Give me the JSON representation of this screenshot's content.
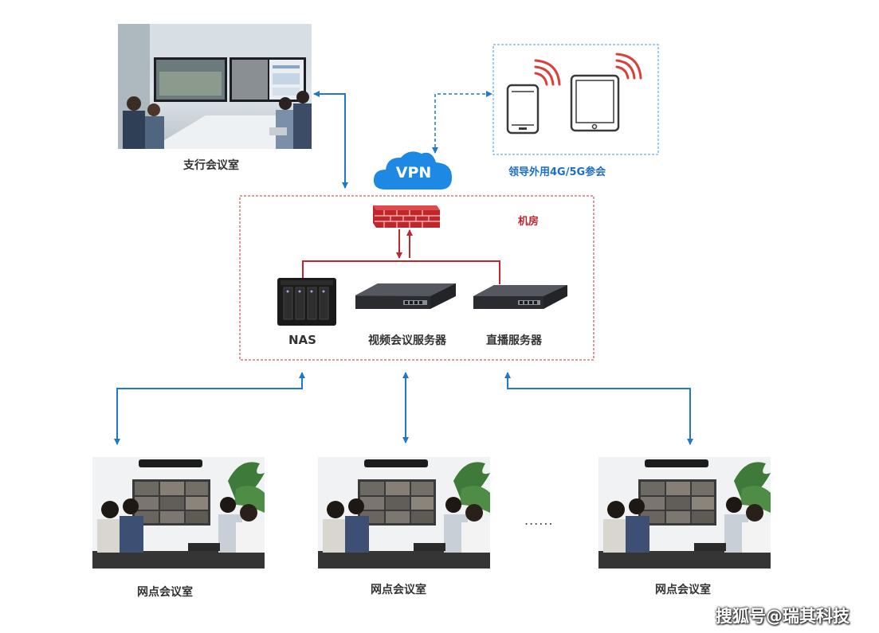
{
  "labels": {
    "branch_room": "支行会议室",
    "mobile_group": "领导外用4G/5G参会",
    "vpn": "VPN",
    "server_room": "机房",
    "nas": "NAS",
    "video_server": "视频会议服务器",
    "live_server": "直播服务器",
    "outlet_room_1": "网点会议室",
    "outlet_room_2": "网点会议室",
    "outlet_room_3": "网点会议室",
    "ellipsis": "......"
  },
  "watermark": "搜狐号@瑞其科技",
  "colors": {
    "link_blue": "#1f78c8",
    "firewall_red": "#c0272d",
    "server_room_border": "#b83a3a",
    "vpn_cloud": "#1e88e5",
    "mobile_border": "#4a9ad8",
    "wifi_red": "#d9403a",
    "mobile_label": "#1c6fc4",
    "server_room_label": "#c0272d"
  },
  "icons": {
    "vpn": "cloud-icon",
    "firewall": "firewall-icon",
    "nas": "nas-device-icon",
    "video_server": "rack-server-icon",
    "live_server": "rack-server-icon",
    "phone": "smartphone-icon",
    "tablet": "tablet-icon",
    "signal": "wireless-signal-icon"
  }
}
